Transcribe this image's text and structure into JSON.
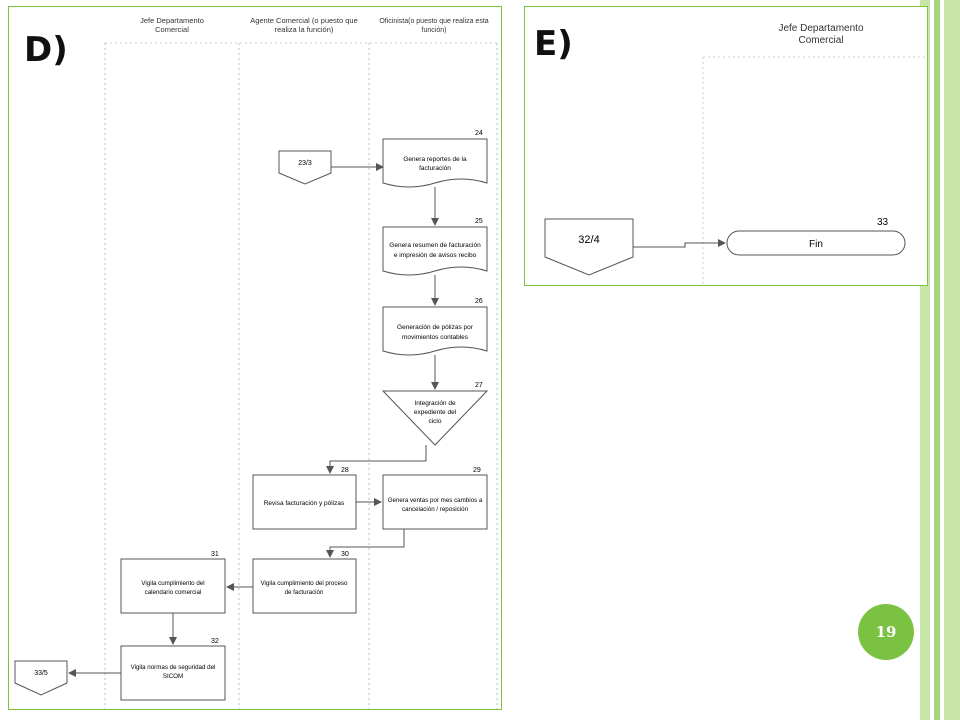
{
  "panel_d": {
    "label": "D)",
    "lanes": [
      {
        "line1": "Jefe Departamento",
        "line2": "Comercial"
      },
      {
        "line1": "Agente Comercial (o puesto que",
        "line2": "realiza la función)"
      },
      {
        "line1": "Oficinista(o puesto que realiza esta",
        "line2": "función)"
      }
    ],
    "steps": [
      {
        "num": "24",
        "line1": "Genera reportes de la",
        "line2": "facturación"
      },
      {
        "num": "25",
        "line1": "Genera resumen de facturación",
        "line2": "e impresión de avisos recibo"
      },
      {
        "num": "26",
        "line1": "Generación de pólizas por",
        "line2": "movimientos contables"
      },
      {
        "num": "27",
        "line1": "Integración de",
        "line2": "expediente del",
        "line3": "ciclo"
      },
      {
        "num": "28",
        "line1": "Revisa facturación y pólizas"
      },
      {
        "num": "29",
        "line1": "Genera ventas por mes cambios a",
        "line2": "cancelación / reposición"
      },
      {
        "num": "30",
        "line1": "Vigila cumplimiento del proceso",
        "line2": "de facturación"
      },
      {
        "num": "31",
        "line1": "Vigila cumplimiento del",
        "line2": "calendario comercial"
      },
      {
        "num": "32",
        "line1": "Vigila normas de seguridad del",
        "line2": "SICOM"
      }
    ],
    "connector_in": "23/3",
    "connector_out": "33/5"
  },
  "panel_e": {
    "label": "E)",
    "lane": {
      "line1": "Jefe Departamento",
      "line2": "Comercial"
    },
    "connector_in": "32/4",
    "end_num": "33",
    "end_label": "Fin"
  },
  "page_number": "19",
  "colors": {
    "accent": "#7cc242",
    "band_light": "#c8e6a8",
    "line": "#555555"
  }
}
